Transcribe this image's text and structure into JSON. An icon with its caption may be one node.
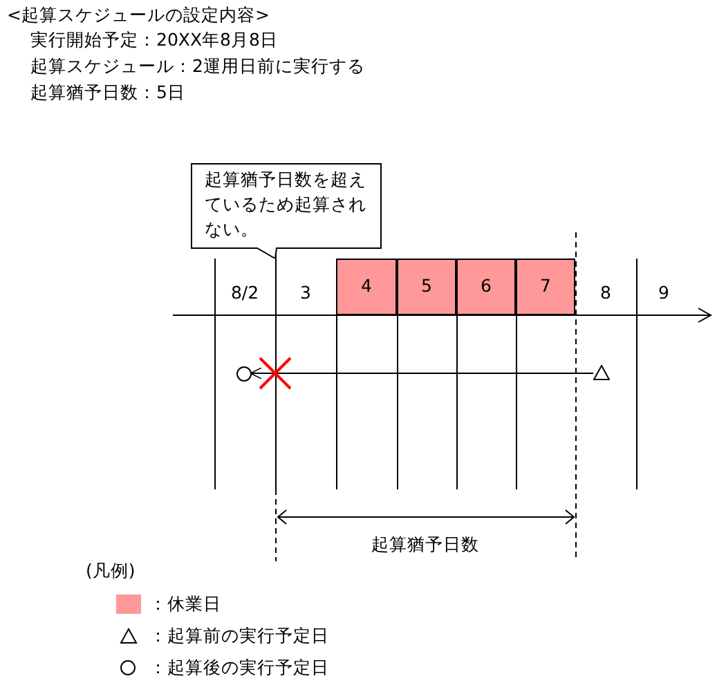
{
  "diagram": {
    "title": "<起算スケジュールの設定内容>",
    "nodes": [
      {
        "text": [
          "起算猶予日数を超えているため起算されない。"
        ]
      },
      {
        "text": [
          "4"
        ]
      },
      {
        "text": [
          "5"
        ]
      },
      {
        "text": [
          "6"
        ]
      },
      {
        "text": [
          "7"
        ]
      },
      {
        "text": [],
        "shape": "circle"
      },
      {
        "text": [],
        "shape": "triangle"
      }
    ],
    "edges": [
      {
        "from": 6,
        "to": 5,
        "arrow": "to"
      }
    ],
    "labels": [
      "実行開始予定：20XX年8月8日",
      "起算スケジュール：2運用日前に実行する",
      "起算猶予日数：5日",
      "8/2",
      "3",
      "8",
      "9",
      "起算猶予日数",
      "(凡例)"
    ],
    "legend": [
      {
        "text": "：休業日",
        "color": "#ff9999"
      },
      {
        "text": "：起算前の実行予定日"
      },
      {
        "text": "：起算後の実行予定日"
      }
    ]
  }
}
